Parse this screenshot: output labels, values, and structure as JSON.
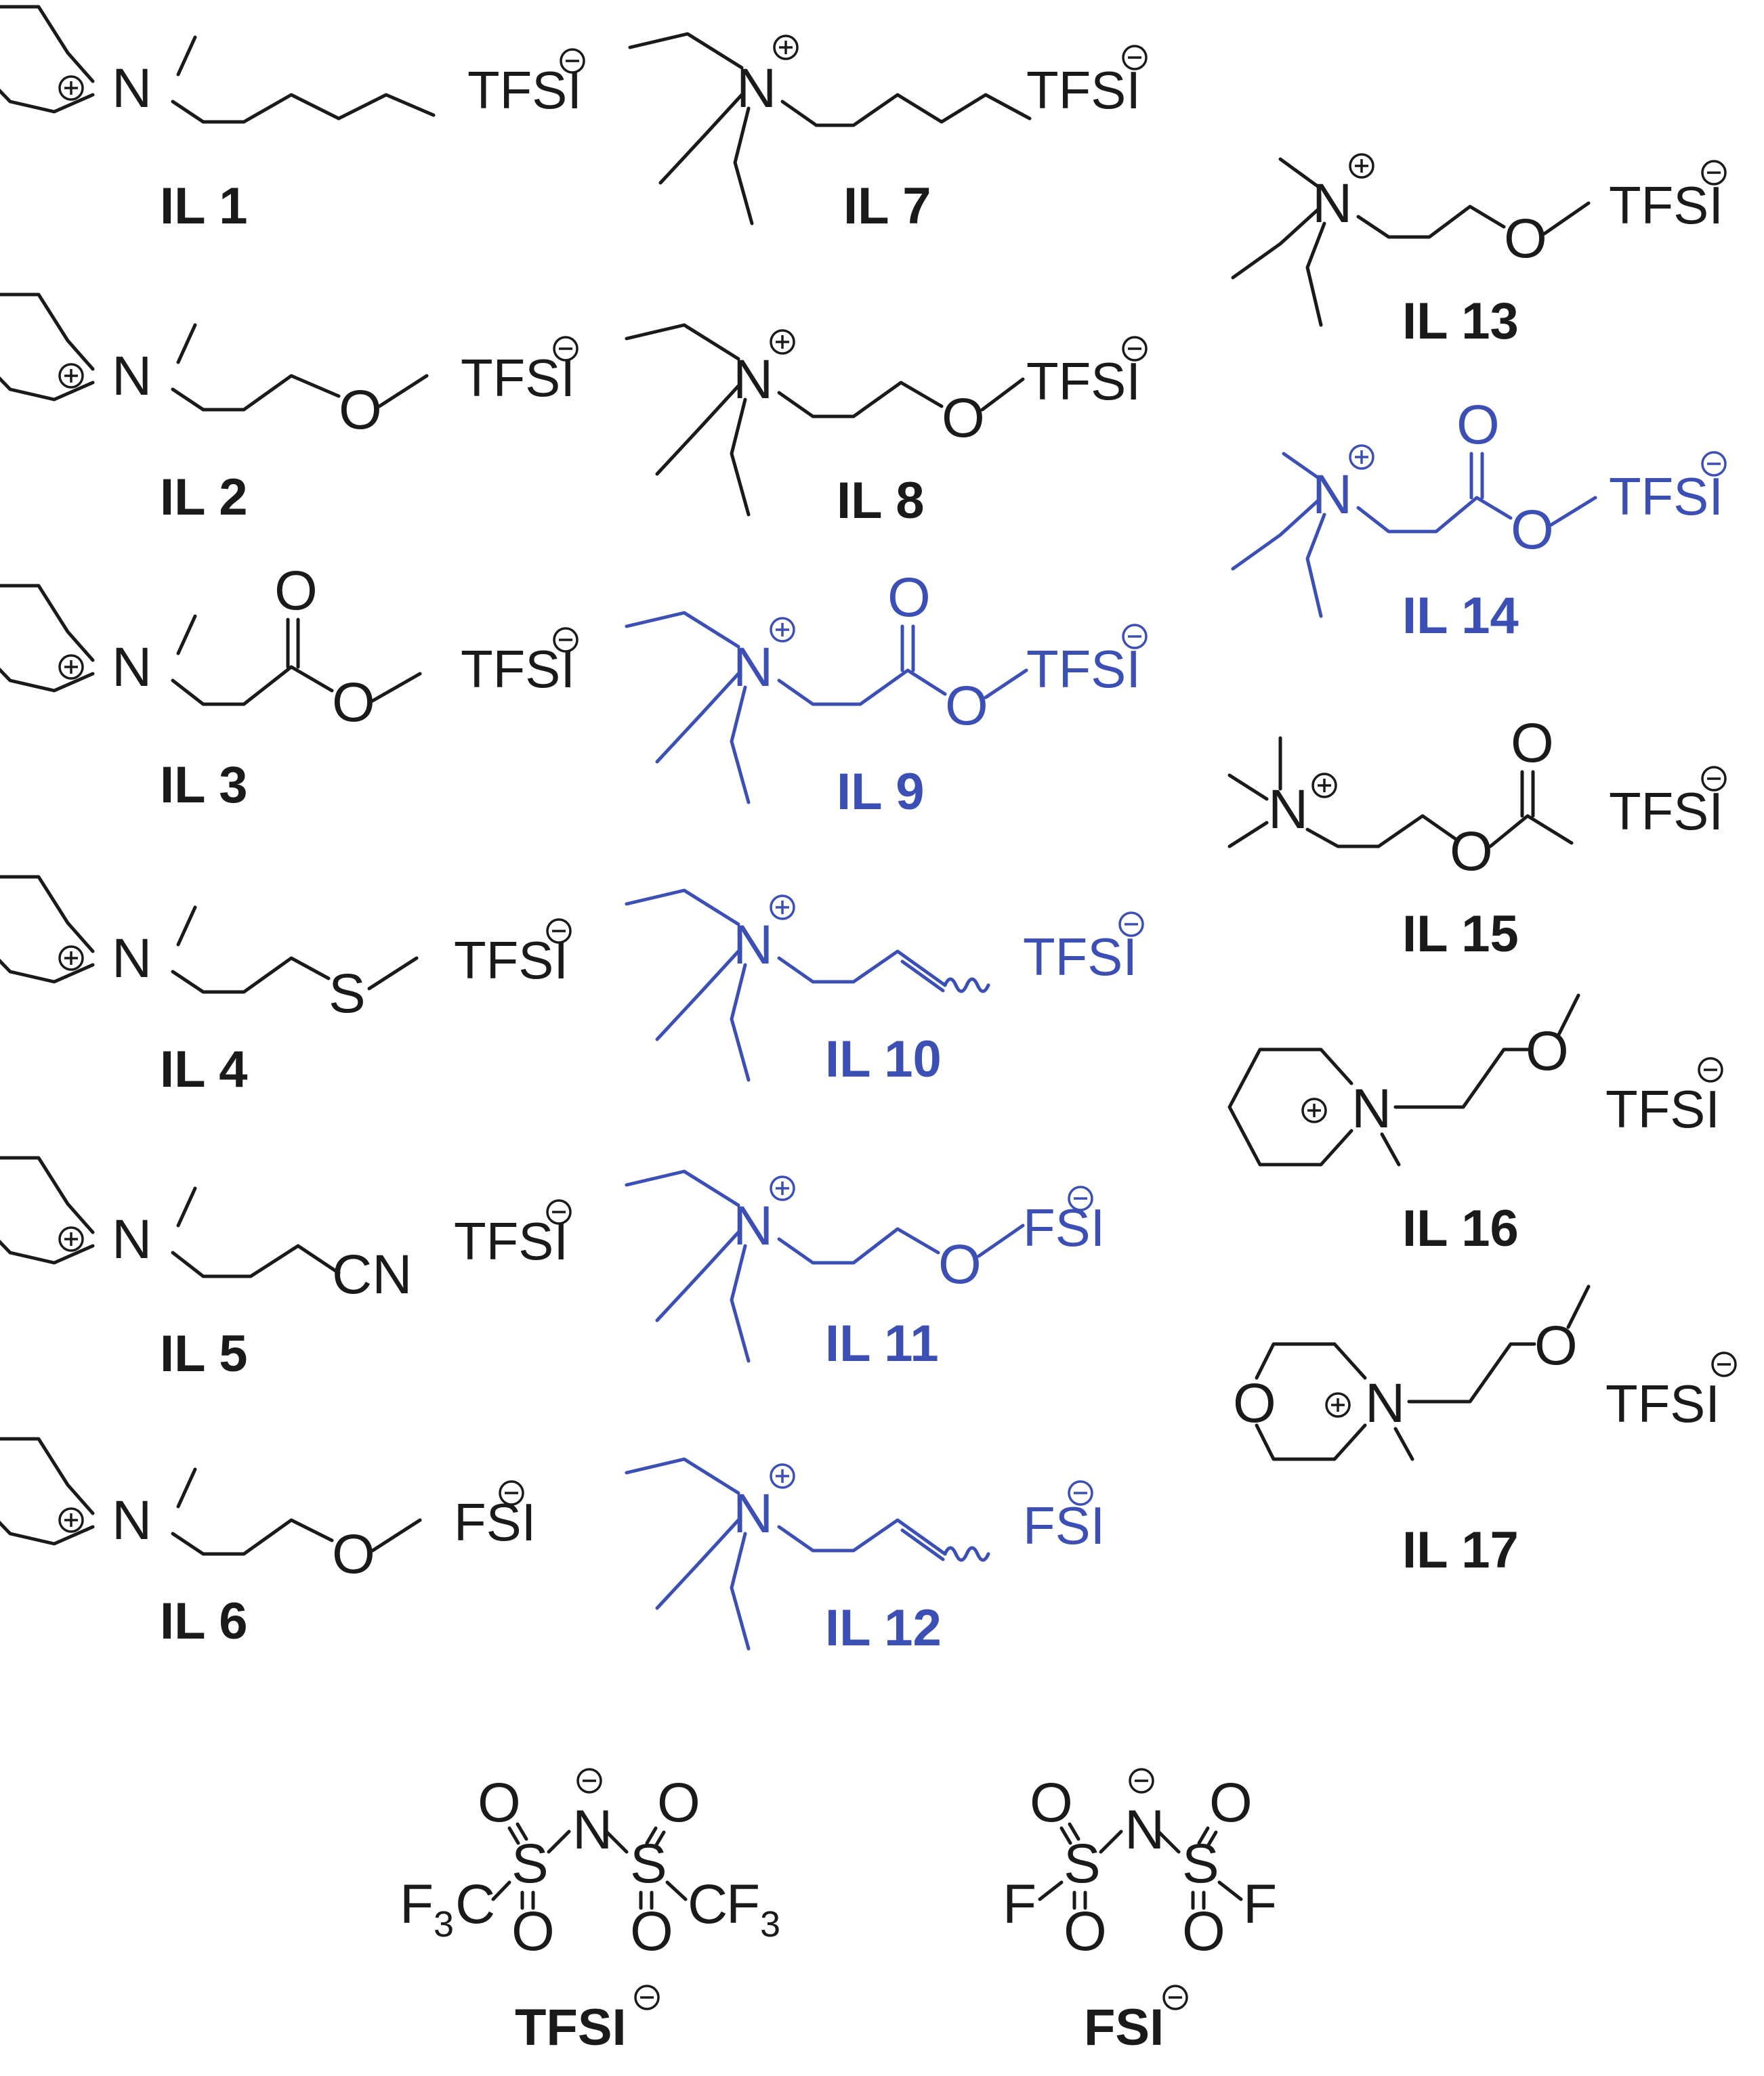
{
  "colors": {
    "black": "#1a1a1a",
    "blue": "#3b4fb4"
  },
  "labels": {
    "il1": "IL 1",
    "il2": "IL 2",
    "il3": "IL 3",
    "il4": "IL 4",
    "il5": "IL 5",
    "il6": "IL 6",
    "il7": "IL 7",
    "il8": "IL 8",
    "il9": "IL 9",
    "il10": "IL 10",
    "il11": "IL 11",
    "il12": "IL 12",
    "il13": "IL 13",
    "il14": "IL 14",
    "il15": "IL 15",
    "il16": "IL 16",
    "il17": "IL 17",
    "tfsi_caption": "TFSI",
    "fsi_caption": "FSI"
  },
  "atoms": {
    "N": "N",
    "O": "O",
    "S": "S",
    "CN": "CN",
    "C": "C",
    "F": "F",
    "sub3": "3"
  },
  "anions": {
    "tfsi": "TFSI",
    "fsi": "FSI"
  }
}
